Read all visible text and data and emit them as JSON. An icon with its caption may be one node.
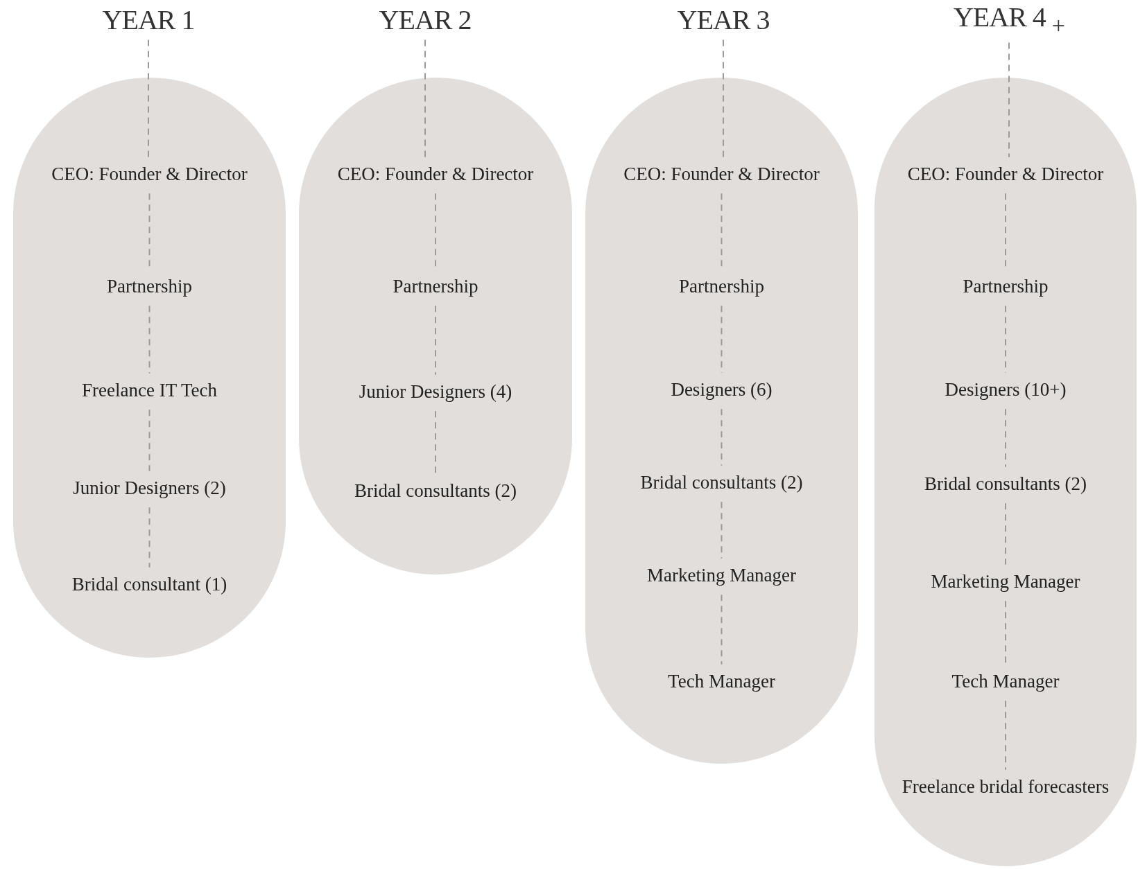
{
  "diagram": {
    "nodes": [
      {
        "text": [
          "YEAR 1"
        ]
      },
      {
        "text": [],
        "shape": "pill"
      },
      {
        "text": [
          "CEO: Founder & Director"
        ],
        "in": 1
      },
      {
        "text": [
          "Partnership"
        ],
        "in": 1
      },
      {
        "text": [
          "Freelance IT Tech"
        ],
        "in": 1
      },
      {
        "text": [
          "Junior Designers (2)"
        ],
        "in": 1
      },
      {
        "text": [
          "Bridal consultant (1)"
        ],
        "in": 1
      },
      {
        "text": [
          "YEAR 2"
        ]
      },
      {
        "text": [],
        "shape": "pill"
      },
      {
        "text": [
          "CEO: Founder & Director"
        ],
        "in": 8
      },
      {
        "text": [
          "Partnership"
        ],
        "in": 8
      },
      {
        "text": [
          "Junior Designers (4)"
        ],
        "in": 8
      },
      {
        "text": [
          "Bridal consultants (2)"
        ],
        "in": 8
      },
      {
        "text": [
          "YEAR 3"
        ]
      },
      {
        "text": [],
        "shape": "pill"
      },
      {
        "text": [
          "CEO: Founder & Director"
        ],
        "in": 14
      },
      {
        "text": [
          "Partnership"
        ],
        "in": 14
      },
      {
        "text": [
          "Designers (6)"
        ],
        "in": 14
      },
      {
        "text": [
          "Bridal consultants (2)"
        ],
        "in": 14
      },
      {
        "text": [
          "Marketing Manager"
        ],
        "in": 14
      },
      {
        "text": [
          "Tech Manager"
        ],
        "in": 14
      },
      {
        "text": [
          "YEAR 4 $_{+}$"
        ]
      },
      {
        "text": [],
        "shape": "pill"
      },
      {
        "text": [
          "CEO: Founder & Director"
        ],
        "in": 22
      },
      {
        "text": [
          "Partnership"
        ],
        "in": 22
      },
      {
        "text": [
          "Designers (10+)"
        ],
        "in": 22
      },
      {
        "text": [
          "Bridal consultants (2)"
        ],
        "in": 22
      },
      {
        "text": [
          "Marketing Manager"
        ],
        "in": 22
      },
      {
        "text": [
          "Tech Manager"
        ],
        "in": 22
      },
      {
        "text": [
          "Freelance bridal forecasters"
        ],
        "in": 22
      }
    ],
    "edges": [
      {
        "from": 0,
        "to": 2,
        "arrow": "none",
        "style": "dashed"
      },
      {
        "from": 2,
        "to": 3,
        "arrow": "none",
        "style": "dashed"
      },
      {
        "from": 3,
        "to": 4,
        "arrow": "none",
        "style": "dashed"
      },
      {
        "from": 4,
        "to": 5,
        "arrow": "none",
        "style": "dashed"
      },
      {
        "from": 5,
        "to": 6,
        "arrow": "none",
        "style": "dashed"
      },
      {
        "from": 7,
        "to": 9,
        "arrow": "none",
        "style": "dashed"
      },
      {
        "from": 9,
        "to": 10,
        "arrow": "none",
        "style": "dashed"
      },
      {
        "from": 10,
        "to": 11,
        "arrow": "none",
        "style": "dashed"
      },
      {
        "from": 11,
        "to": 12,
        "arrow": "none",
        "style": "dashed"
      },
      {
        "from": 13,
        "to": 15,
        "arrow": "none",
        "style": "dashed"
      },
      {
        "from": 15,
        "to": 16,
        "arrow": "none",
        "style": "dashed"
      },
      {
        "from": 16,
        "to": 17,
        "arrow": "none",
        "style": "dashed"
      },
      {
        "from": 17,
        "to": 18,
        "arrow": "none",
        "style": "dashed"
      },
      {
        "from": 18,
        "to": 19,
        "arrow": "none",
        "style": "dashed"
      },
      {
        "from": 19,
        "to": 20,
        "arrow": "none",
        "style": "dashed"
      },
      {
        "from": 21,
        "to": 23,
        "arrow": "none",
        "style": "dashed"
      },
      {
        "from": 23,
        "to": 24,
        "arrow": "none",
        "style": "dashed"
      },
      {
        "from": 24,
        "to": 25,
        "arrow": "none",
        "style": "dashed"
      },
      {
        "from": 25,
        "to": 26,
        "arrow": "none",
        "style": "dashed"
      },
      {
        "from": 26,
        "to": 27,
        "arrow": "none",
        "style": "dashed"
      },
      {
        "from": 27,
        "to": 28,
        "arrow": "none",
        "style": "dashed"
      },
      {
        "from": 28,
        "to": 29,
        "arrow": "none",
        "style": "dashed"
      }
    ]
  }
}
